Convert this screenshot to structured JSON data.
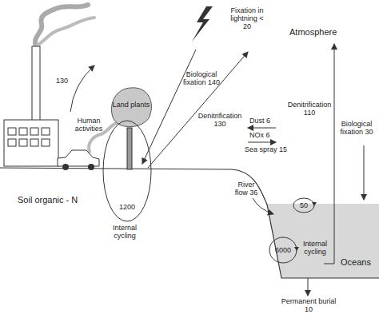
{
  "diagram": {
    "nodes": [
      {
        "text": [
          "Land plants"
        ]
      },
      {
        "text": [
          "1200"
        ]
      },
      {
        "text": [
          "50"
        ]
      },
      {
        "text": [
          "6000"
        ]
      }
    ],
    "labels": [
      "Fixation in lightning < 20",
      "Atmosphere",
      "130",
      "Human activities",
      "Biological fixation 140",
      "Denitrification 130",
      "Dust 6",
      "NOx 6",
      "Sea spray 15",
      "Denitrification 110",
      "Biological fixation 30",
      "River flow 36",
      "Internal cycling",
      "Soil organic - N",
      "Internal cycling",
      "Oceans",
      "Permanent burial 10"
    ]
  }
}
